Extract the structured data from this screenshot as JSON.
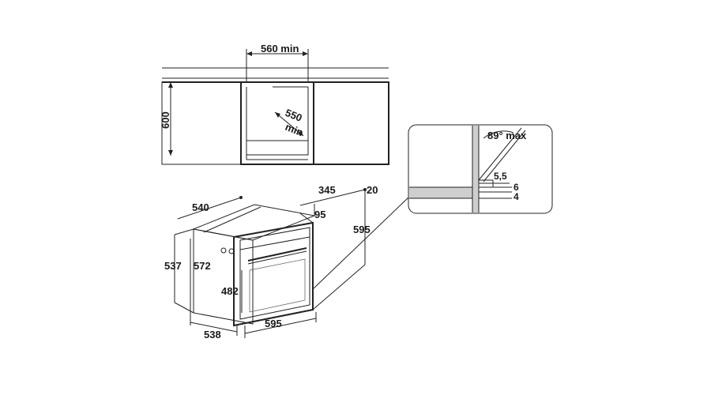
{
  "dimensions": {
    "niche_width": "560 min",
    "niche_height": "600",
    "niche_depth_value": "550",
    "niche_depth_unit": "min",
    "oven_top_depth": "345",
    "oven_top_gap": "20",
    "oven_side_depth": "540",
    "oven_front_offset": "95",
    "oven_total_height": "595",
    "oven_body_height": "537",
    "oven_inner_height": "572",
    "door_height": "482",
    "oven_depth_bottom": "538",
    "oven_width": "595",
    "detail_angle": "89° max",
    "detail_gap_a": "5,5",
    "detail_gap_b": "6",
    "detail_gap_c": "4"
  },
  "colors": {
    "line": "#222222",
    "cabinet_fill": "#ffffff",
    "shelf_fill": "#dcdcdc",
    "detail_fill": "#cfcfcf"
  }
}
